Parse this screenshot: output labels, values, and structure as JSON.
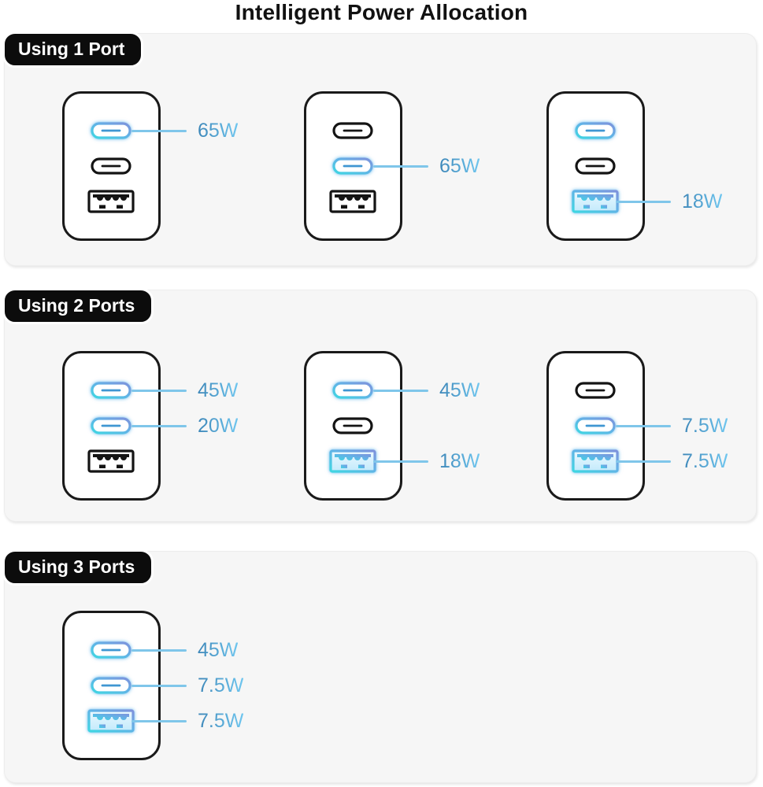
{
  "title": "Intelligent Power Allocation",
  "colors": {
    "page_bg": "#ffffff",
    "card_bg": "#f6f6f6",
    "pill_bg": "#0c0c0c",
    "pill_text": "#ffffff",
    "outline_black": "#1a1a1a",
    "leader_line": "#7fc6ea",
    "watt_gradient_start": "#3c86b8",
    "watt_gradient_end": "#6fc6ef",
    "active_port_cyan": "#3ed6e2",
    "active_port_blue": "#7e92dc",
    "active_dash_blue": "#3f96d2"
  },
  "sections": [
    {
      "label": "Using 1 Port",
      "chargers": [
        {
          "ports": [
            {
              "type": "usb-c",
              "active": true,
              "watt": "65W"
            },
            {
              "type": "usb-c",
              "active": false,
              "watt": null
            },
            {
              "type": "usb-a",
              "active": false,
              "watt": null
            }
          ]
        },
        {
          "ports": [
            {
              "type": "usb-c",
              "active": false,
              "watt": null
            },
            {
              "type": "usb-c",
              "active": true,
              "watt": "65W"
            },
            {
              "type": "usb-a",
              "active": false,
              "watt": null
            }
          ]
        },
        {
          "ports": [
            {
              "type": "usb-c",
              "active": true,
              "watt": null
            },
            {
              "type": "usb-c",
              "active": false,
              "watt": null
            },
            {
              "type": "usb-a",
              "active": true,
              "watt": "18W"
            }
          ]
        }
      ]
    },
    {
      "label": "Using 2 Ports",
      "chargers": [
        {
          "ports": [
            {
              "type": "usb-c",
              "active": true,
              "watt": "45W"
            },
            {
              "type": "usb-c",
              "active": true,
              "watt": "20W"
            },
            {
              "type": "usb-a",
              "active": false,
              "watt": null
            }
          ]
        },
        {
          "ports": [
            {
              "type": "usb-c",
              "active": true,
              "watt": "45W"
            },
            {
              "type": "usb-c",
              "active": false,
              "watt": null
            },
            {
              "type": "usb-a",
              "active": true,
              "watt": "18W"
            }
          ]
        },
        {
          "ports": [
            {
              "type": "usb-c",
              "active": false,
              "watt": null
            },
            {
              "type": "usb-c",
              "active": true,
              "watt": "7.5W"
            },
            {
              "type": "usb-a",
              "active": true,
              "watt": "7.5W"
            }
          ]
        }
      ]
    },
    {
      "label": "Using 3 Ports",
      "chargers": [
        {
          "ports": [
            {
              "type": "usb-c",
              "active": true,
              "watt": "45W"
            },
            {
              "type": "usb-c",
              "active": true,
              "watt": "7.5W"
            },
            {
              "type": "usb-a",
              "active": true,
              "watt": "7.5W"
            }
          ]
        }
      ]
    }
  ]
}
